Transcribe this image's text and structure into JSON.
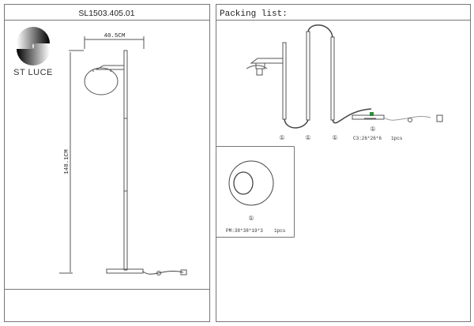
{
  "left_panel": {
    "model_code": "SL1503.405.01",
    "brand": "ST LUCE",
    "width_dimension": "40.5CM",
    "height_dimension": "148.1CM"
  },
  "right_panel": {
    "title": "Packing list:",
    "main_box": {
      "item_markers": [
        "①",
        "①",
        "①",
        "①"
      ],
      "box_size": "C3:26*26*6",
      "quantity": "1pcs"
    },
    "shade_box": {
      "item_marker": "①",
      "box_size": "PM:38*38*19*3",
      "quantity": "1pcs"
    }
  },
  "colors": {
    "line": "#555555",
    "connector": "#2e8b3a"
  }
}
